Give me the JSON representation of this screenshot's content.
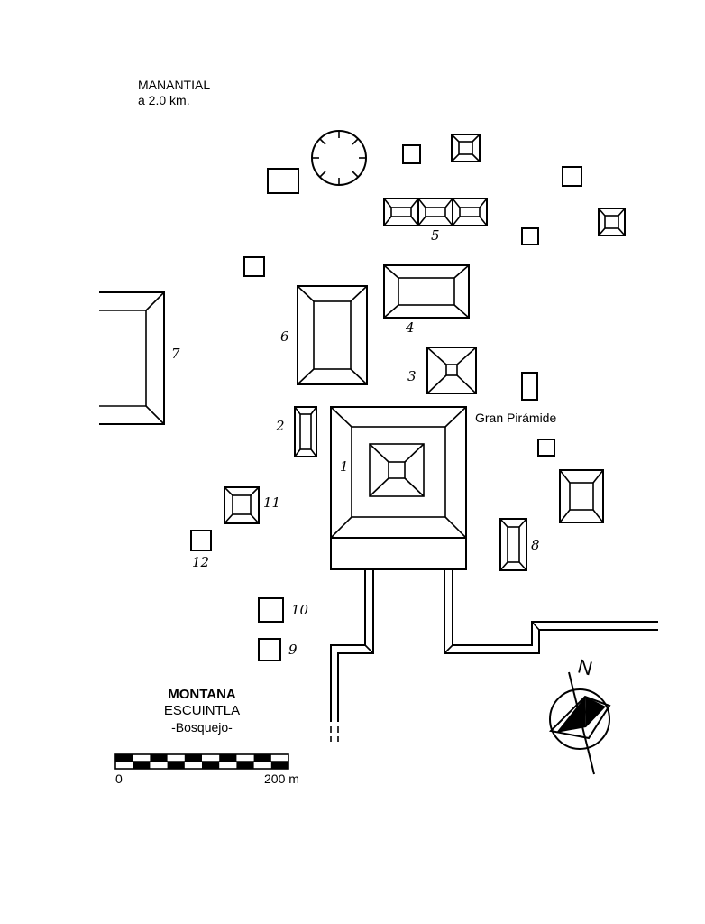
{
  "spring_note": {
    "line1": "MANANTIAL",
    "line2": "a 2.0 km."
  },
  "labels": {
    "gran_piramide": "Gran Pirámide",
    "n1": "1",
    "n2": "2",
    "n3": "3",
    "n4": "4",
    "n5": "5",
    "n6": "6",
    "n7": "7",
    "n8": "8",
    "n9": "9",
    "n10": "10",
    "n11": "11",
    "n12": "12"
  },
  "title_block": {
    "site": "MONTANA",
    "department": "ESCUINTLA",
    "kind": "-Bosquejo-"
  },
  "scale_bar": {
    "start": "0",
    "end": "200 m",
    "segments": 10
  },
  "north_arrow": {
    "letter": "N"
  }
}
